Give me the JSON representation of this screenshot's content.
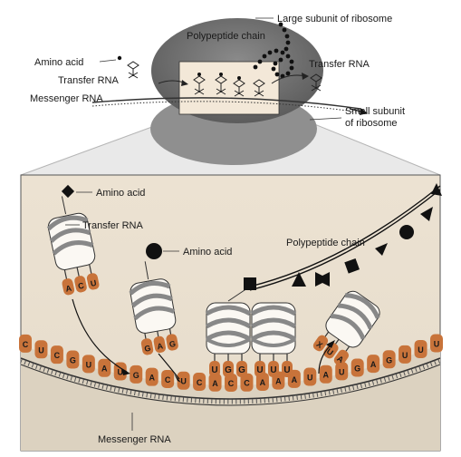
{
  "top_labels": {
    "large_subunit": "Large subunit of ribosome",
    "polypeptide": "Polypeptide chain",
    "amino_acid": "Amino acid",
    "transfer_rna_left": "Transfer RNA",
    "transfer_rna_right": "Transfer RNA",
    "messenger_rna": "Messenger RNA",
    "small_subunit_line1": "Small subunit",
    "small_subunit_line2": "of ribosome"
  },
  "detail_labels": {
    "amino_acid_1": "Amino acid",
    "transfer_rna": "Transfer RNA",
    "amino_acid_2": "Amino acid",
    "polypeptide": "Polypeptide chain",
    "messenger_rna": "Messenger RNA"
  },
  "trna_anticodons": {
    "t1": [
      "A",
      "C",
      "U"
    ],
    "t2": [
      "G",
      "A",
      "G"
    ],
    "t3": [
      "U",
      "G",
      "G"
    ],
    "t4": [
      "U",
      "U",
      "U"
    ],
    "t5": [
      "X",
      "U",
      "A"
    ]
  },
  "mrna_top": [
    "C",
    "U",
    "C",
    "G",
    "U",
    "A",
    "U",
    "G",
    "A",
    "C",
    "U",
    "C",
    "A",
    "C",
    "C",
    "A",
    "A",
    "A",
    "U",
    "A",
    "U",
    "G",
    "A",
    "G",
    "U",
    "U",
    "U"
  ],
  "colors": {
    "panel": "#ede3d4",
    "ribosome_dark": "#6b6b6b",
    "ribosome_light": "#a9a9a9",
    "base_orange": "#c8733a",
    "window": "#f3e8d8"
  }
}
